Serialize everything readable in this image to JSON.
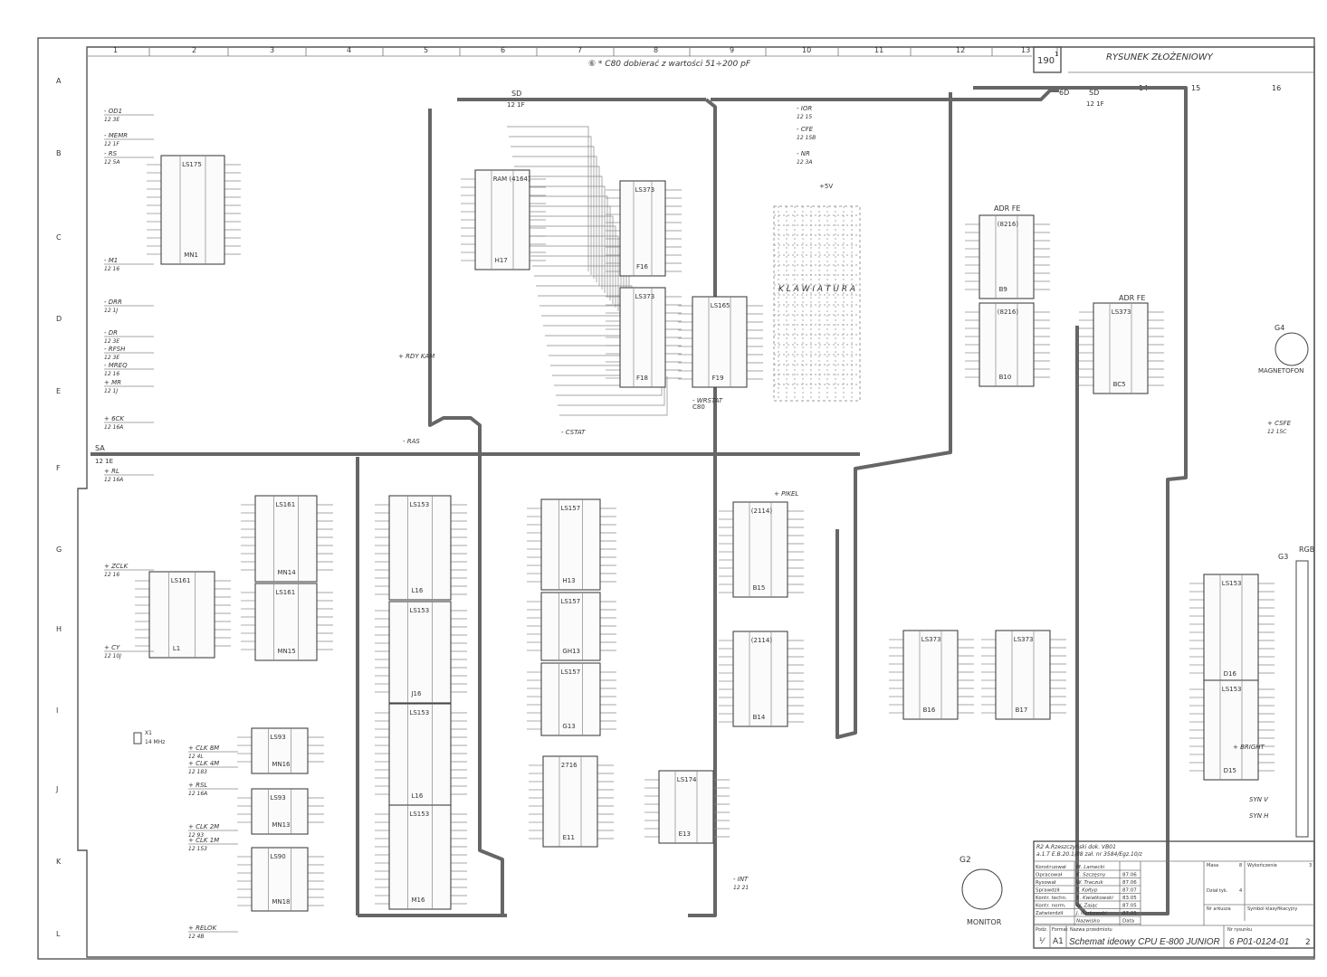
{
  "header": {
    "sheet_number": "190",
    "sheet_index": "1",
    "drawing_type": "RYSUNEK ZŁOŻENIOWY",
    "note": "⑥ * C80 dobierać z wartości 51÷200 pF",
    "columns": [
      "1",
      "2",
      "3",
      "4",
      "5",
      "6",
      "7",
      "8",
      "9",
      "10",
      "11",
      "12",
      "13",
      "14",
      "15",
      "16"
    ],
    "rows": [
      "A",
      "B",
      "C",
      "D",
      "E",
      "F",
      "G",
      "H",
      "I",
      "J",
      "K",
      "L"
    ]
  },
  "buses": {
    "sd": "SD",
    "sd_ref": "12 1F",
    "sa": "SA",
    "sa_ref": "12 1E",
    "gd": "6D",
    "gd2": "SD",
    "gd_ref": "12 1F"
  },
  "chips": [
    {
      "type": "LS175",
      "ref": "MN1"
    },
    {
      "type": "RAM (4164)",
      "ref": "H17"
    },
    {
      "type": "LS373",
      "ref": "F16"
    },
    {
      "type": "LS373",
      "ref": "F18"
    },
    {
      "type": "LS165",
      "ref": "F19"
    },
    {
      "type": "(8216)",
      "ref": "B9"
    },
    {
      "type": "(8216)",
      "ref": "B10"
    },
    {
      "type": "LS373",
      "ref": "BC5"
    },
    {
      "type": "LS161",
      "ref": "MN14"
    },
    {
      "type": "LS161",
      "ref": "MN15"
    },
    {
      "type": "LS161",
      "ref": "L1"
    },
    {
      "type": "LS153",
      "ref": "L16"
    },
    {
      "type": "LS153",
      "ref": "J16"
    },
    {
      "type": "LS153",
      "ref": "L16"
    },
    {
      "type": "LS153",
      "ref": "M16"
    },
    {
      "type": "LS157",
      "ref": "H13"
    },
    {
      "type": "LS157",
      "ref": "GH13"
    },
    {
      "type": "LS157",
      "ref": "G13"
    },
    {
      "type": "2716",
      "ref": "E11"
    },
    {
      "type": "LS174",
      "ref": "E13"
    },
    {
      "type": "(2114)",
      "ref": "B15"
    },
    {
      "type": "(2114)",
      "ref": "B14"
    },
    {
      "type": "LS373",
      "ref": "B16"
    },
    {
      "type": "LS373",
      "ref": "B17"
    },
    {
      "type": "LS153",
      "ref": "D16"
    },
    {
      "type": "LS153",
      "ref": "D15"
    },
    {
      "type": "LS93",
      "ref": "MN16"
    },
    {
      "type": "LS93",
      "ref": "MN13"
    },
    {
      "type": "LS90",
      "ref": "MN18"
    }
  ],
  "signals_left": [
    {
      "name": "- OD1",
      "ref": "12 3E"
    },
    {
      "name": "- MEMR",
      "ref": "12 1F"
    },
    {
      "name": "- RS",
      "ref": "12 5A"
    },
    {
      "name": "- M1",
      "ref": "12 16"
    },
    {
      "name": "- DRR",
      "ref": "12 1J"
    },
    {
      "name": "- DR",
      "ref": "12 3E"
    },
    {
      "name": "- RFSH",
      "ref": "12 3E"
    },
    {
      "name": "- MREQ",
      "ref": "12 16"
    },
    {
      "name": "+ MR",
      "ref": "12 1J"
    },
    {
      "name": "+ 6CK",
      "ref": "12 16A"
    },
    {
      "name": "+ RL",
      "ref": "12 16A"
    },
    {
      "name": "+ ZCLK",
      "ref": "12 16"
    },
    {
      "name": "+ CY",
      "ref": "12 10J"
    },
    {
      "name": "+ CLK 8M",
      "ref": "12 4L"
    },
    {
      "name": "+ CLK 4M",
      "ref": "12 183"
    },
    {
      "name": "+ RSL",
      "ref": "12 16A"
    },
    {
      "name": "+ CLK 2M",
      "ref": "12 93"
    },
    {
      "name": "+ CLK 1M",
      "ref": "12 153"
    },
    {
      "name": "+ RELOK",
      "ref": "12 4B"
    }
  ],
  "signals_right": [
    {
      "name": "- IOR",
      "ref": "12 15"
    },
    {
      "name": "- CFE",
      "ref": "12 15B"
    },
    {
      "name": "- NR",
      "ref": "12 3A"
    },
    {
      "name": "+ CSFE",
      "ref": "12 15C"
    },
    {
      "name": "SYN V"
    },
    {
      "name": "SYN H"
    },
    {
      "name": "- INT",
      "ref": "12 21"
    },
    {
      "name": "+ BRIGHT"
    },
    {
      "name": "+ PIKEL"
    },
    {
      "name": "- CSTAT"
    },
    {
      "name": "- RAS"
    },
    {
      "name": "- WRSTAT"
    },
    {
      "name": "+ RDY KAM"
    }
  ],
  "components": {
    "keyboard": "K L A W I A T U R A",
    "monitor": "MONITOR",
    "monitor_ref": "G2",
    "tape": "MAGNETOFON",
    "tape_ref": "G4",
    "rgb": "RGB",
    "rgb_ref": "G3",
    "adr_fe_1": "ADR FE",
    "adr_fe_2": "ADR FE",
    "crystal": "14 MHz",
    "crystal_ref": "X1",
    "capacitor_note": "C80",
    "plus5v": "+5V"
  },
  "title_block": {
    "revisions": [
      "R2  A.Rzeszczyński  dok. VB01",
      "a.1.T  E.B.20.1/88  zał. nr 3584/Egz.10/z"
    ],
    "roles": [
      {
        "role": "Konstruował",
        "name": "M. Lamecki",
        "date": ""
      },
      {
        "role": "Opracował",
        "name": "K. Szczęsny",
        "date": "87.06"
      },
      {
        "role": "Rysował",
        "name": "W. Traczuk",
        "date": "87.06"
      },
      {
        "role": "Sprawdził",
        "name": "T. Kołtyp",
        "date": "87.07"
      },
      {
        "role": "Kontr. techn.",
        "name": "S. Kwiatkowski",
        "date": "83.05"
      },
      {
        "role": "Kontr. norm.",
        "name": "W. Zając",
        "date": "87.05"
      },
      {
        "role": "Zatwierdził",
        "name": "J. Narkowski",
        "date": "87.05"
      },
      {
        "role": "",
        "name": "Nazwisko",
        "date": "Data"
      }
    ],
    "mass_label": "Masa",
    "mass_no": "8",
    "material_label": "Wykończenie",
    "material_no": "3",
    "classification_label": "Dział tyk.",
    "classification_no": "4",
    "scale_label": "Podz.",
    "scale": "⅟",
    "format_label": "Format",
    "format": "A1",
    "name_label": "Nazwa przedmiotu",
    "name": "Schemat ideowy CPU E-800 JUNIOR",
    "drawing_no_label": "Nr rysunku",
    "drawing_no": "6 P01-0124-01",
    "sheet_label": "Nr arkusza",
    "symbol_label": "Symbol klasyfikacyjny",
    "sheets": "2"
  }
}
